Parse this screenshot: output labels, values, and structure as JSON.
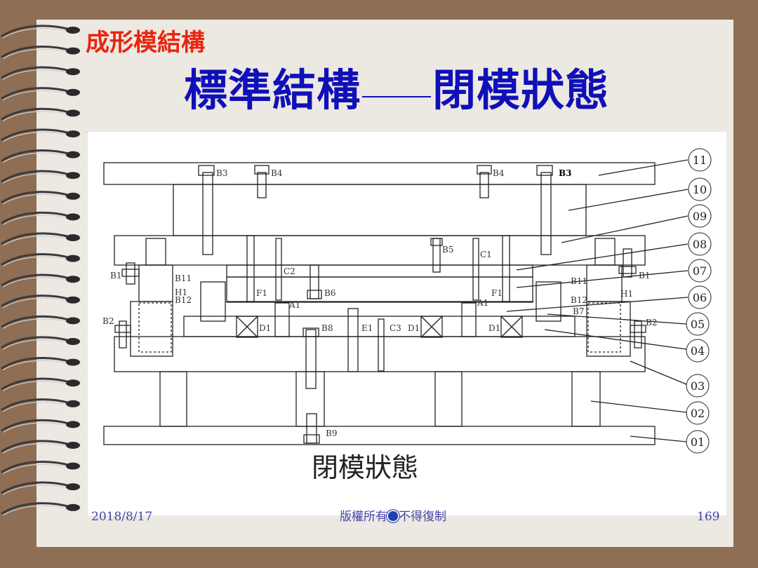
{
  "slide": {
    "kicker": "成形模結構",
    "title_left": "標準結構",
    "title_right": "閉模狀態"
  },
  "figure": {
    "caption": "閉模狀態",
    "part_callouts": [
      "11",
      "10",
      "09",
      "08",
      "07",
      "06",
      "05",
      "04",
      "03",
      "02",
      "01"
    ],
    "component_labels": {
      "b3_left": "B3",
      "b4_left": "B4",
      "b4_right": "B4",
      "b3_right": "B3",
      "b5": "B5",
      "c1": "C1",
      "c2": "C2",
      "b1_left": "B1",
      "b1_right": "B1",
      "b11_left": "B11",
      "b11_right": "B11",
      "h1_left": "H1",
      "h1_right": "H1",
      "b12_left": "B12",
      "b12_right": "B12",
      "f1_left": "F1",
      "f1_right": "F1",
      "b6": "B6",
      "a1_left": "A1",
      "a1_right": "A1",
      "b7": "B7",
      "b2_left": "B2",
      "b2_right": "B2",
      "d1_a": "D1",
      "d1_b": "D1",
      "d1_c": "D1",
      "b8": "B8",
      "e1": "E1",
      "c3": "C3",
      "b9": "B9"
    }
  },
  "footer": {
    "date": "2018/8/17",
    "copyright_left": "版權所有",
    "copyright_right": "不得復制",
    "page": "169"
  },
  "colors": {
    "frame": "#8e6e55",
    "slide_bg": "#ece8e2",
    "kicker": "#e8250f",
    "title": "#1010b8",
    "footer": "#4545a8"
  }
}
